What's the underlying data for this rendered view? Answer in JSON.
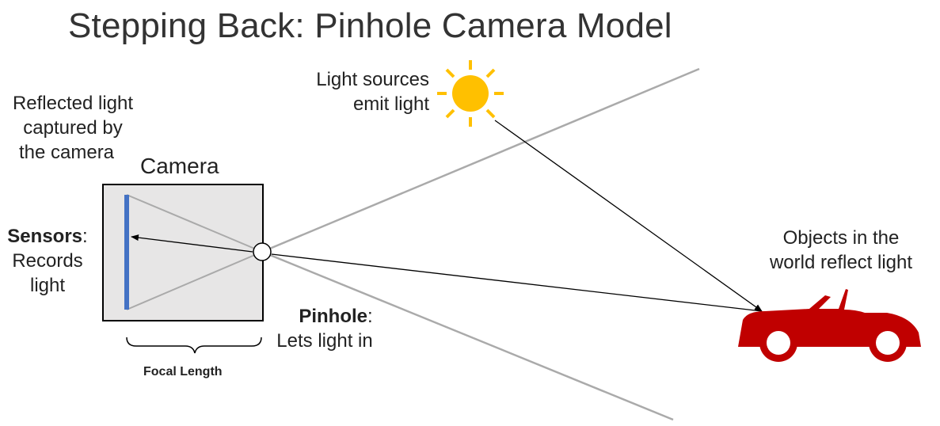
{
  "title": "Stepping Back: Pinhole Camera Model",
  "labels": {
    "light_sources_line1": "Light sources",
    "light_sources_line2": "emit light",
    "reflected_line1": "Reflected light",
    "reflected_line2": "captured by",
    "reflected_line3": "the camera",
    "camera": "Camera",
    "sensors_bold": "Sensors",
    "sensors_colon": ":",
    "sensors_line2": "Records",
    "sensors_line3": "light",
    "pinhole_bold": "Pinhole",
    "pinhole_colon": ":",
    "pinhole_line2": "Lets light in",
    "focal_length": "Focal Length",
    "objects_line1": "Objects in the",
    "objects_line2": "world reflect light"
  },
  "colors": {
    "sun": "#FFC000",
    "car": "#C00000",
    "sensor": "#4472C4",
    "camera_fill": "#E7E6E6",
    "rays": "#AAAAAA"
  }
}
